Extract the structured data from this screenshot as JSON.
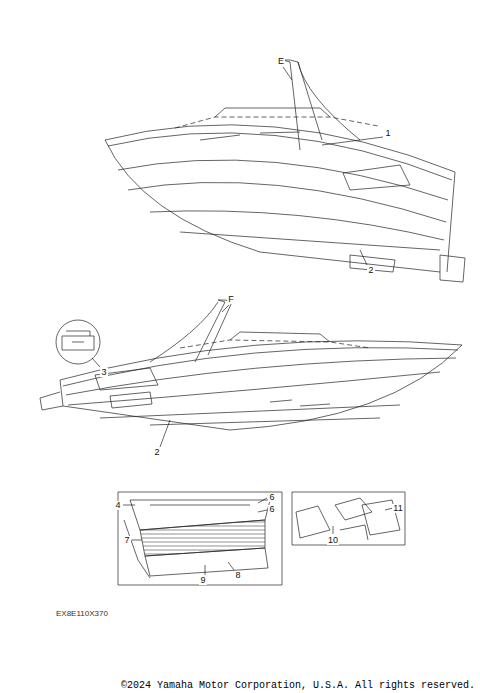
{
  "diagram": {
    "labels": [
      "E",
      "1",
      "2",
      "F",
      "3",
      "2",
      "4",
      "6",
      "6",
      "7",
      "8",
      "9",
      "10",
      "11",
      "EX8E110X370",
      "©2024 Yamaha Motor Corporation, U.S.A. All rights reserved."
    ]
  }
}
